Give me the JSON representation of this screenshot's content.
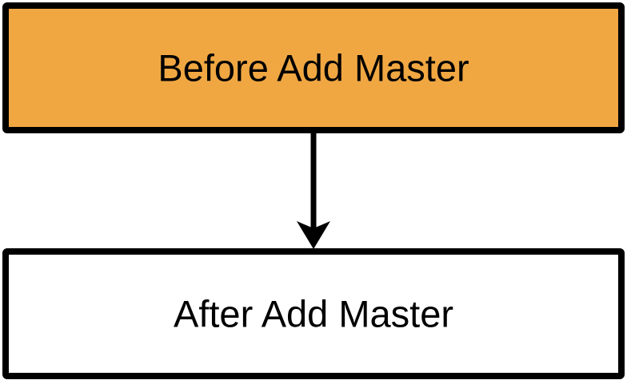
{
  "diagram": {
    "background": "#ffffff",
    "nodes": [
      {
        "id": "before-add-master",
        "label": "Before Add Master",
        "fill": "#F0A742",
        "stroke": "#000000",
        "text_color": "#000000"
      },
      {
        "id": "after-add-master",
        "label": "After Add Master",
        "fill": "#FFFFFF",
        "stroke": "#000000",
        "text_color": "#000000"
      }
    ],
    "connector": {
      "type": "arrow-down",
      "from": "before-add-master",
      "to": "after-add-master",
      "color": "#000000"
    }
  }
}
